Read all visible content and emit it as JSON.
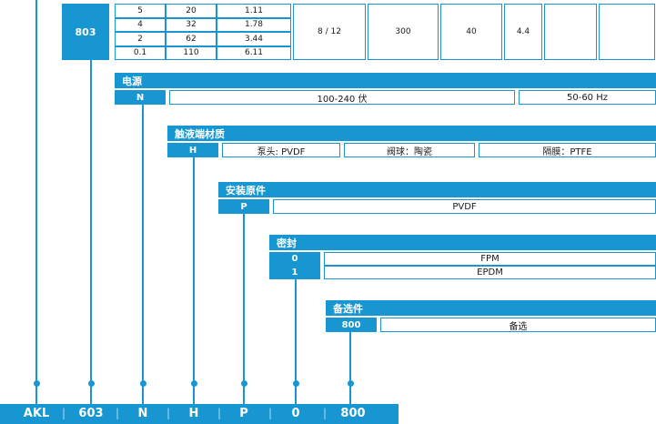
{
  "accent_color": "#1796d2",
  "pump_table": {
    "code": "803",
    "capacity_rows": [
      [
        "5",
        "20",
        "1.11"
      ],
      [
        "4",
        "32",
        "1.78"
      ],
      [
        "2",
        "62",
        "3.44"
      ],
      [
        "0.1",
        "110",
        "6.11"
      ]
    ],
    "merged_cells": [
      "8 / 12",
      "300",
      "40",
      "4.4",
      "",
      ""
    ]
  },
  "sections": {
    "power": {
      "title": "电源",
      "code": "N",
      "cells": [
        "100-240 伏",
        "50-60 Hz"
      ]
    },
    "wetted": {
      "title": "触液端材质",
      "code": "H",
      "cells": [
        "泵头: PVDF",
        "阀球：陶瓷",
        "隔膜：PTFE"
      ]
    },
    "mounting": {
      "title": "安装原件",
      "code": "P",
      "cells": [
        "PVDF"
      ]
    },
    "seal": {
      "title": "密封",
      "rows": [
        {
          "code": "0",
          "value": "FPM"
        },
        {
          "code": "1",
          "value": "EPDM"
        }
      ]
    },
    "options": {
      "title": "备选件",
      "code": "800",
      "cells": [
        "备选"
      ]
    }
  },
  "identity_code": {
    "segments": [
      "AKL",
      "603",
      "N",
      "H",
      "P",
      "0",
      "800"
    ],
    "separator": "|"
  }
}
